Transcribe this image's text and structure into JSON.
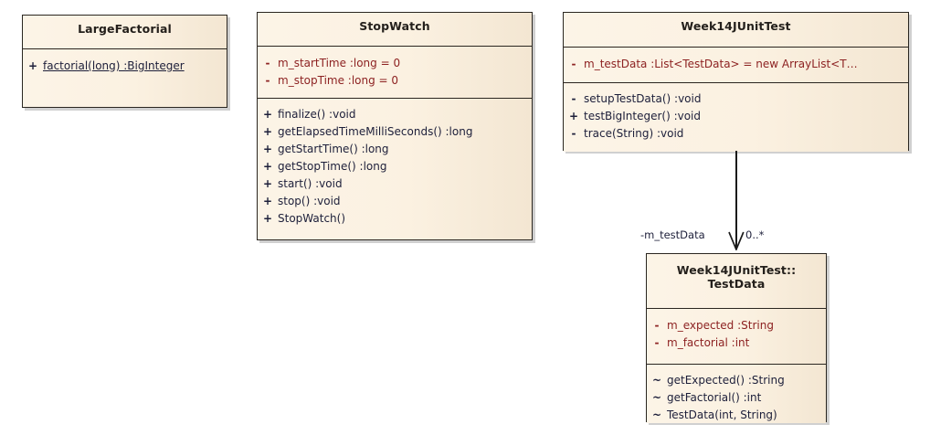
{
  "diagram": {
    "type": "uml-class-diagram",
    "background_color": "#ffffff",
    "class_fill_color": "#fbf2e4",
    "border_color": "#2a2620",
    "attribute_text_color": "#8d2222",
    "operation_text_color": "#1d1f3a",
    "title_text_color": "#24201c"
  },
  "classes": [
    {
      "id": "large-factorial",
      "name": "LargeFactorial",
      "attributes": [],
      "operations": [
        {
          "visibility": "+",
          "signature": "factorial(long)  :BigInteger",
          "static": true
        }
      ]
    },
    {
      "id": "stop-watch",
      "name": "StopWatch",
      "attributes": [
        {
          "visibility": "-",
          "signature": "m_startTime  :long = 0"
        },
        {
          "visibility": "-",
          "signature": "m_stopTime  :long = 0"
        }
      ],
      "operations": [
        {
          "visibility": "+",
          "signature": "finalize()  :void",
          "static": false
        },
        {
          "visibility": "+",
          "signature": "getElapsedTimeMilliSeconds()  :long",
          "static": false
        },
        {
          "visibility": "+",
          "signature": "getStartTime()  :long",
          "static": false
        },
        {
          "visibility": "+",
          "signature": "getStopTime()  :long",
          "static": false
        },
        {
          "visibility": "+",
          "signature": "start()  :void",
          "static": false
        },
        {
          "visibility": "+",
          "signature": "stop()  :void",
          "static": false
        },
        {
          "visibility": "+",
          "signature": "StopWatch()",
          "static": false
        }
      ]
    },
    {
      "id": "week14-junit-test",
      "name": "Week14JUnitTest",
      "attributes": [
        {
          "visibility": "-",
          "signature": "m_testData  :List<TestData> = new ArrayList<T…"
        }
      ],
      "operations": [
        {
          "visibility": "-",
          "signature": "setupTestData()  :void",
          "static": false
        },
        {
          "visibility": "+",
          "signature": "testBigInteger()  :void",
          "static": false
        },
        {
          "visibility": "-",
          "signature": "trace(String)  :void",
          "static": false
        }
      ]
    },
    {
      "id": "test-data",
      "name": "Week14JUnitTest::\nTestData",
      "name_line1": "Week14JUnitTest::",
      "name_line2": "TestData",
      "attributes": [
        {
          "visibility": "-",
          "signature": "m_expected  :String"
        },
        {
          "visibility": "-",
          "signature": "m_factorial  :int"
        }
      ],
      "operations": [
        {
          "visibility": "~",
          "signature": "getExpected()  :String",
          "static": false
        },
        {
          "visibility": "~",
          "signature": "getFactorial()  :int",
          "static": false
        },
        {
          "visibility": "~",
          "signature": "TestData(int, String)",
          "static": false
        }
      ]
    }
  ],
  "connectors": [
    {
      "id": "association-testdata",
      "from": "week14-junit-test",
      "to": "test-data",
      "kind": "directed-association",
      "source_role_label": "-m_testData",
      "target_multiplicity_label": "0..*"
    }
  ]
}
